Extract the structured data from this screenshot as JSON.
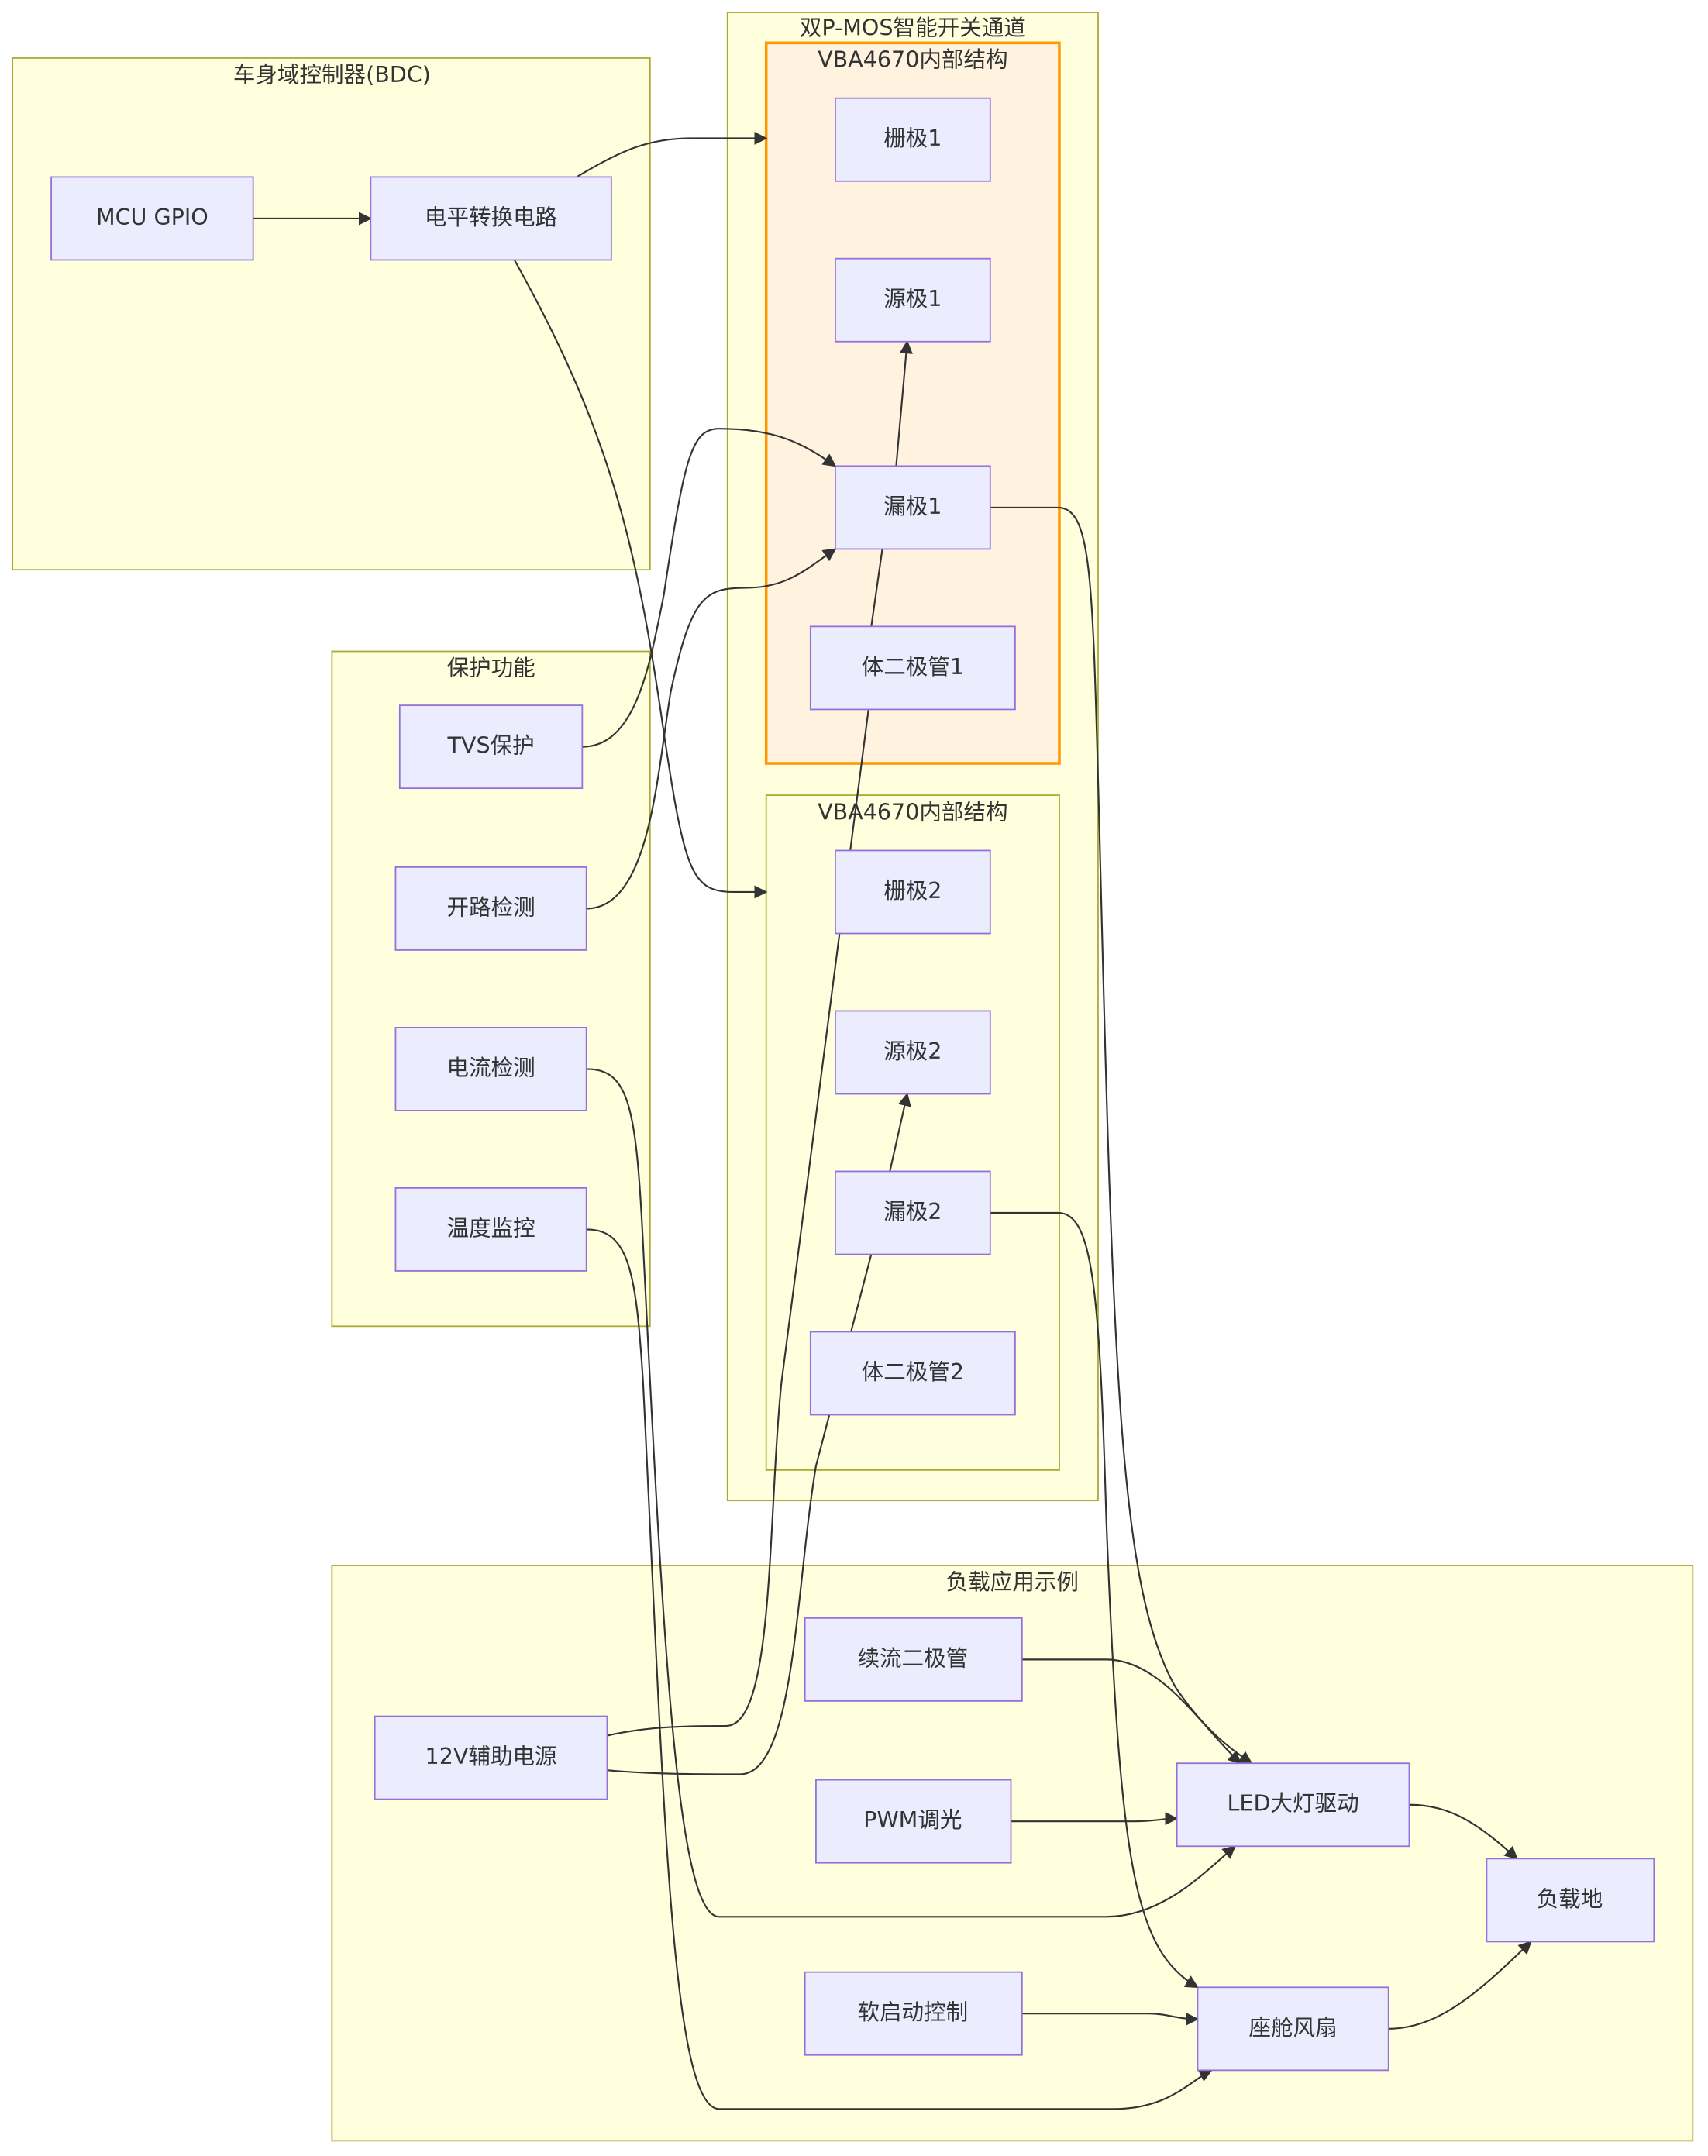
{
  "groups": {
    "bdc": "车身域控制器(BDC)",
    "switch": "双P-MOS智能开关通道",
    "vba1": "VBA4670内部结构",
    "vba2": "VBA4670内部结构",
    "protect": "保护功能",
    "load": "负载应用示例"
  },
  "nodes": {
    "mcu": "MCU GPIO",
    "level": "电平转换电路",
    "gate1": "栅极1",
    "source1": "源极1",
    "drain1": "漏极1",
    "diode1": "体二极管1",
    "gate2": "栅极2",
    "source2": "源极2",
    "drain2": "漏极2",
    "diode2": "体二极管2",
    "tvs": "TVS保护",
    "open": "开路检测",
    "current": "电流检测",
    "temp": "温度监控",
    "freewheel": "续流二极管",
    "aux": "12V辅助电源",
    "pwm": "PWM调光",
    "soft": "软启动控制",
    "led": "LED大灯驱动",
    "gnd": "负载地",
    "fan": "座舱风扇"
  }
}
